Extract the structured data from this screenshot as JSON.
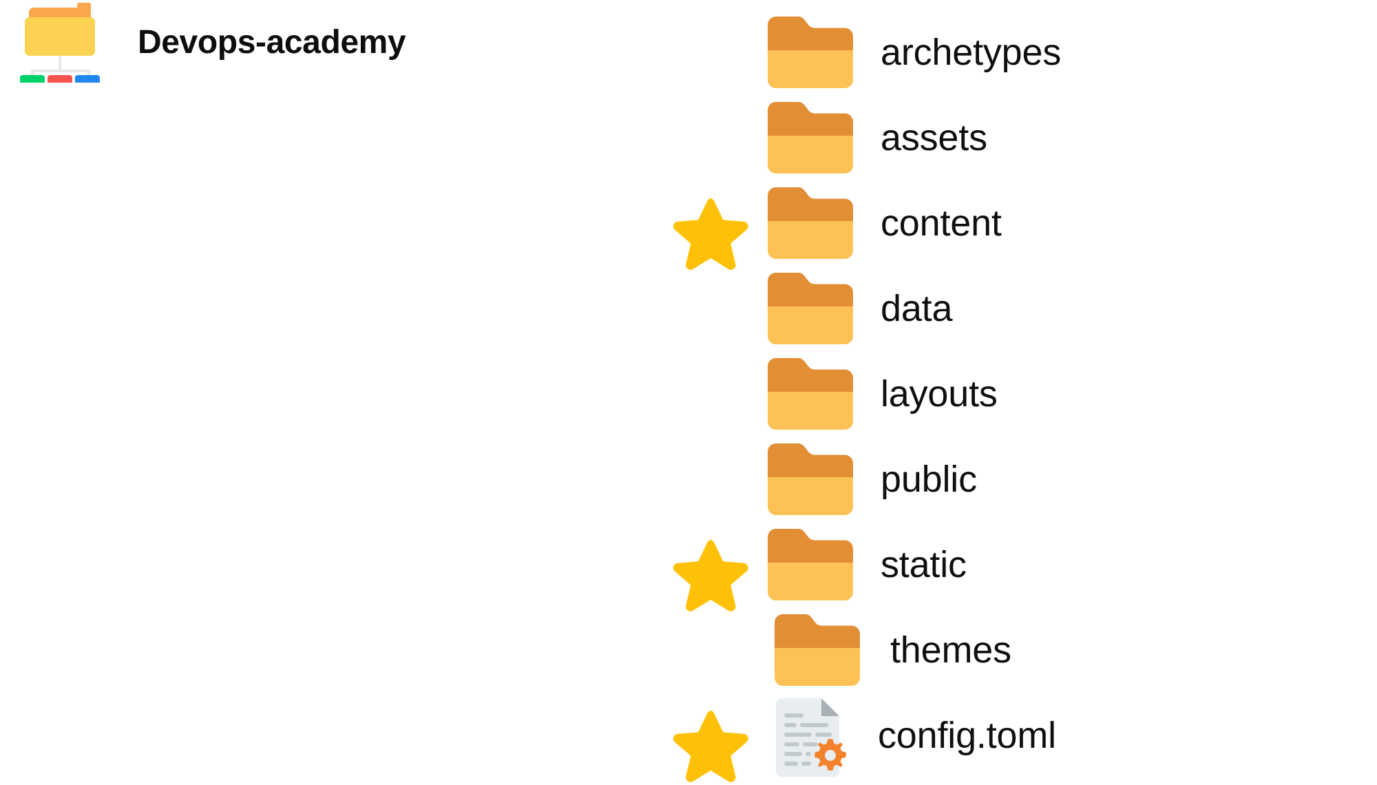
{
  "header": {
    "title": "Devops-academy",
    "logo_icon": "folder-tree-icon",
    "logo_nodes": [
      {
        "name": "node-green",
        "color": "#00D26A"
      },
      {
        "name": "node-red",
        "color": "#F8544F"
      },
      {
        "name": "node-blue",
        "color": "#1E87F0"
      }
    ]
  },
  "colors": {
    "folder_tab": "#E28E35",
    "folder_body": "#FDC155",
    "star": "#FFC107",
    "logo_folder_back": "#F9A84D",
    "logo_folder_front": "#FCD253",
    "logo_connector": "#E8E8E8",
    "doc_body": "#E8EDF0",
    "doc_fold": "#A8B0B5",
    "doc_line": "#C2C9CE",
    "gear": "#F2822B",
    "text": "#0F0F0F"
  },
  "tree": {
    "items": [
      {
        "label": "archetypes",
        "icon": "folder-icon",
        "starred": false
      },
      {
        "label": "assets",
        "icon": "folder-icon",
        "starred": false
      },
      {
        "label": "content",
        "icon": "folder-icon",
        "starred": true
      },
      {
        "label": "data",
        "icon": "folder-icon",
        "starred": false
      },
      {
        "label": "layouts",
        "icon": "folder-icon",
        "starred": false
      },
      {
        "label": "public",
        "icon": "folder-icon",
        "starred": false
      },
      {
        "label": "static",
        "icon": "folder-icon",
        "starred": true
      },
      {
        "label": "themes",
        "icon": "folder-icon",
        "starred": false
      },
      {
        "label": "config.toml",
        "icon": "config-file-icon",
        "starred": true
      }
    ]
  }
}
